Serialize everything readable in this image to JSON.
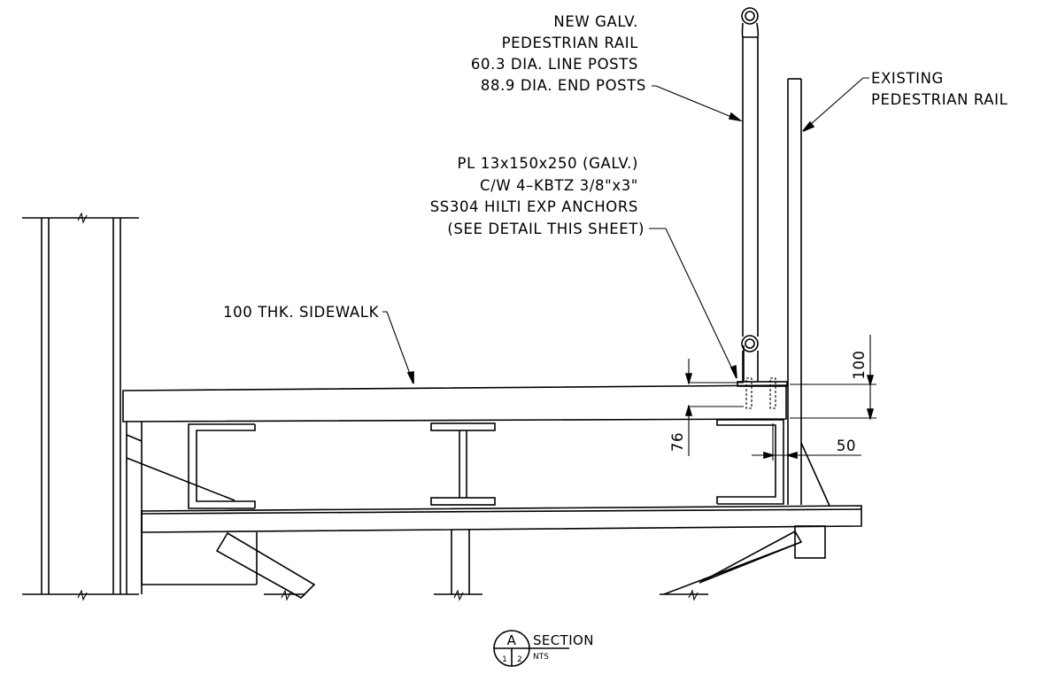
{
  "labels": {
    "new_rail": [
      "NEW GALV.",
      "PEDESTRIAN RAIL",
      "60.3 DIA. LINE POSTS",
      "88.9 DIA. END POSTS"
    ],
    "existing_rail": [
      "EXISTING",
      "PEDESTRIAN RAIL"
    ],
    "plate": [
      "PL 13x150x250 (GALV.)",
      "C/W 4–KBTZ 3/8\"x3\"",
      "SS304 HILTI EXP ANCHORS",
      "(SEE DETAIL THIS SHEET)"
    ],
    "sidewalk": "100 THK. SIDEWALK"
  },
  "dimensions": {
    "d100": "100",
    "d76": "76",
    "d50": "50"
  },
  "section_marker": {
    "letter": "A",
    "left_num": "1",
    "right_num": "2",
    "title": "SECTION",
    "scale": "NTS"
  }
}
